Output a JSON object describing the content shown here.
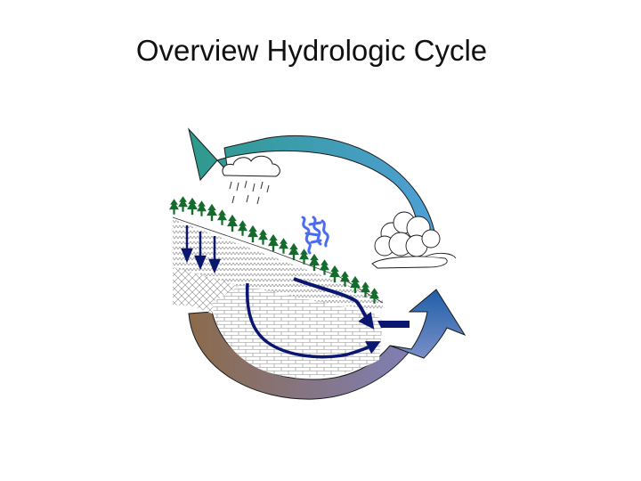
{
  "slide": {
    "title": "Overview Hydrologic Cycle"
  },
  "diagram": {
    "elements": [
      "precipitation-arrow",
      "rain-cloud",
      "forested-hillslope",
      "infiltration-arrows",
      "evapotranspiration-symbol",
      "cumulus-cloud",
      "surface-runoff-arrow",
      "groundwater-flow-arrow",
      "stream-channel",
      "evaporation-arrow",
      "groundwater-return-arrow"
    ]
  },
  "colors": {
    "precipitation_arrow_start": "#2e9a8c",
    "precipitation_arrow_end": "#4f9fd6",
    "evaporation_arrow_start": "#1f5fa8",
    "evaporation_arrow_end": "#7a8fc8",
    "groundwater_arrow_start": "#8c6a4a",
    "groundwater_arrow_end": "#7f7fb6",
    "flow_arrows": "#0a1670",
    "evapotranspiration": "#4a6df0",
    "trees": "#146b2c"
  }
}
